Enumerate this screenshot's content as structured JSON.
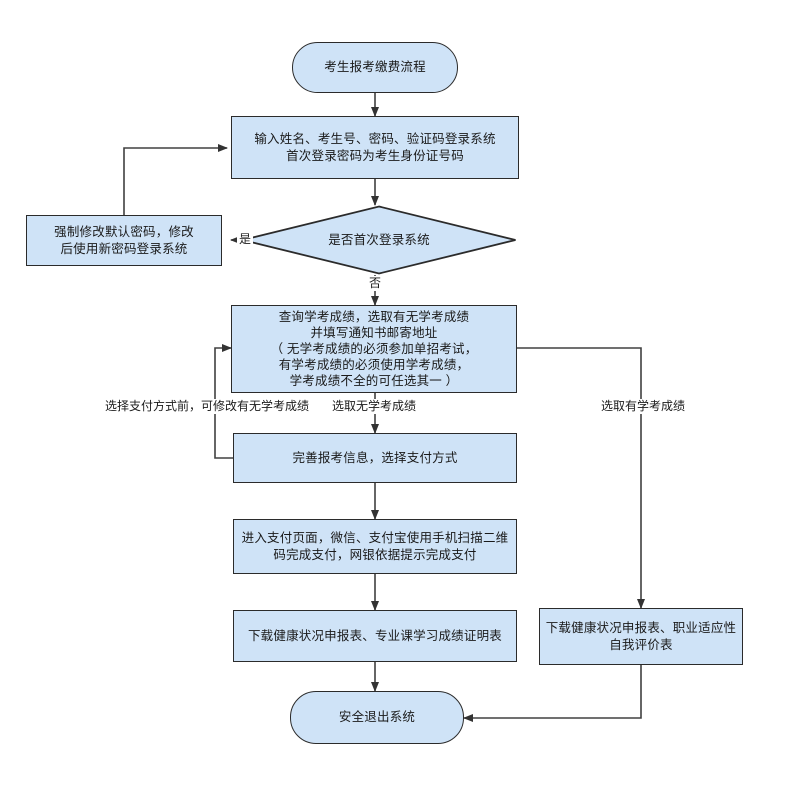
{
  "diagram": {
    "title": "考生报考缴费流程",
    "colors": {
      "node_fill": "#cfe3f7",
      "node_border": "#2b2b2b",
      "edge_stroke": "#404040",
      "text": "#1a1a1a",
      "background": "#ffffff"
    },
    "nodes": {
      "start": {
        "label": "考生报考缴费流程",
        "shape": "terminator"
      },
      "login": {
        "label": "输入姓名、考生号、密码、验证码登录系统\n首次登录密码为考生身份证号码",
        "shape": "process"
      },
      "change_password": {
        "label": "强制修改默认密码，修改\n后使用新密码登录系统",
        "shape": "process"
      },
      "first_login_decision": {
        "label": "是否首次登录系统",
        "shape": "decision"
      },
      "query_scores": {
        "label": "查询学考成绩，选取有无学考成绩\n并填写通知书邮寄地址\n（ 无学考成绩的必须参加单招考试，\n有学考成绩的必须使用学考成绩，\n学考成绩不全的可任选其一 ）",
        "shape": "process"
      },
      "complete_info": {
        "label": "完善报考信息，选择支付方式",
        "shape": "process"
      },
      "payment_page": {
        "label": "进入支付页面，微信、支付宝使用手机扫描二维\n码完成支付，网银依据提示完成支付",
        "shape": "process"
      },
      "download_left": {
        "label": "下载健康状况申报表、专业课学习成绩证明表",
        "shape": "process"
      },
      "download_right": {
        "label": "下载健康状况申报表、职业适应性\n自我评价表",
        "shape": "process"
      },
      "exit": {
        "label": "安全退出系统",
        "shape": "terminator"
      }
    },
    "edge_labels": {
      "yes": "是",
      "no": "否",
      "modify_before_pay": "选择支付方式前，可修改有无学考成绩",
      "no_exam_scores": "选取无学考成绩",
      "has_exam_scores": "选取有学考成绩"
    }
  }
}
